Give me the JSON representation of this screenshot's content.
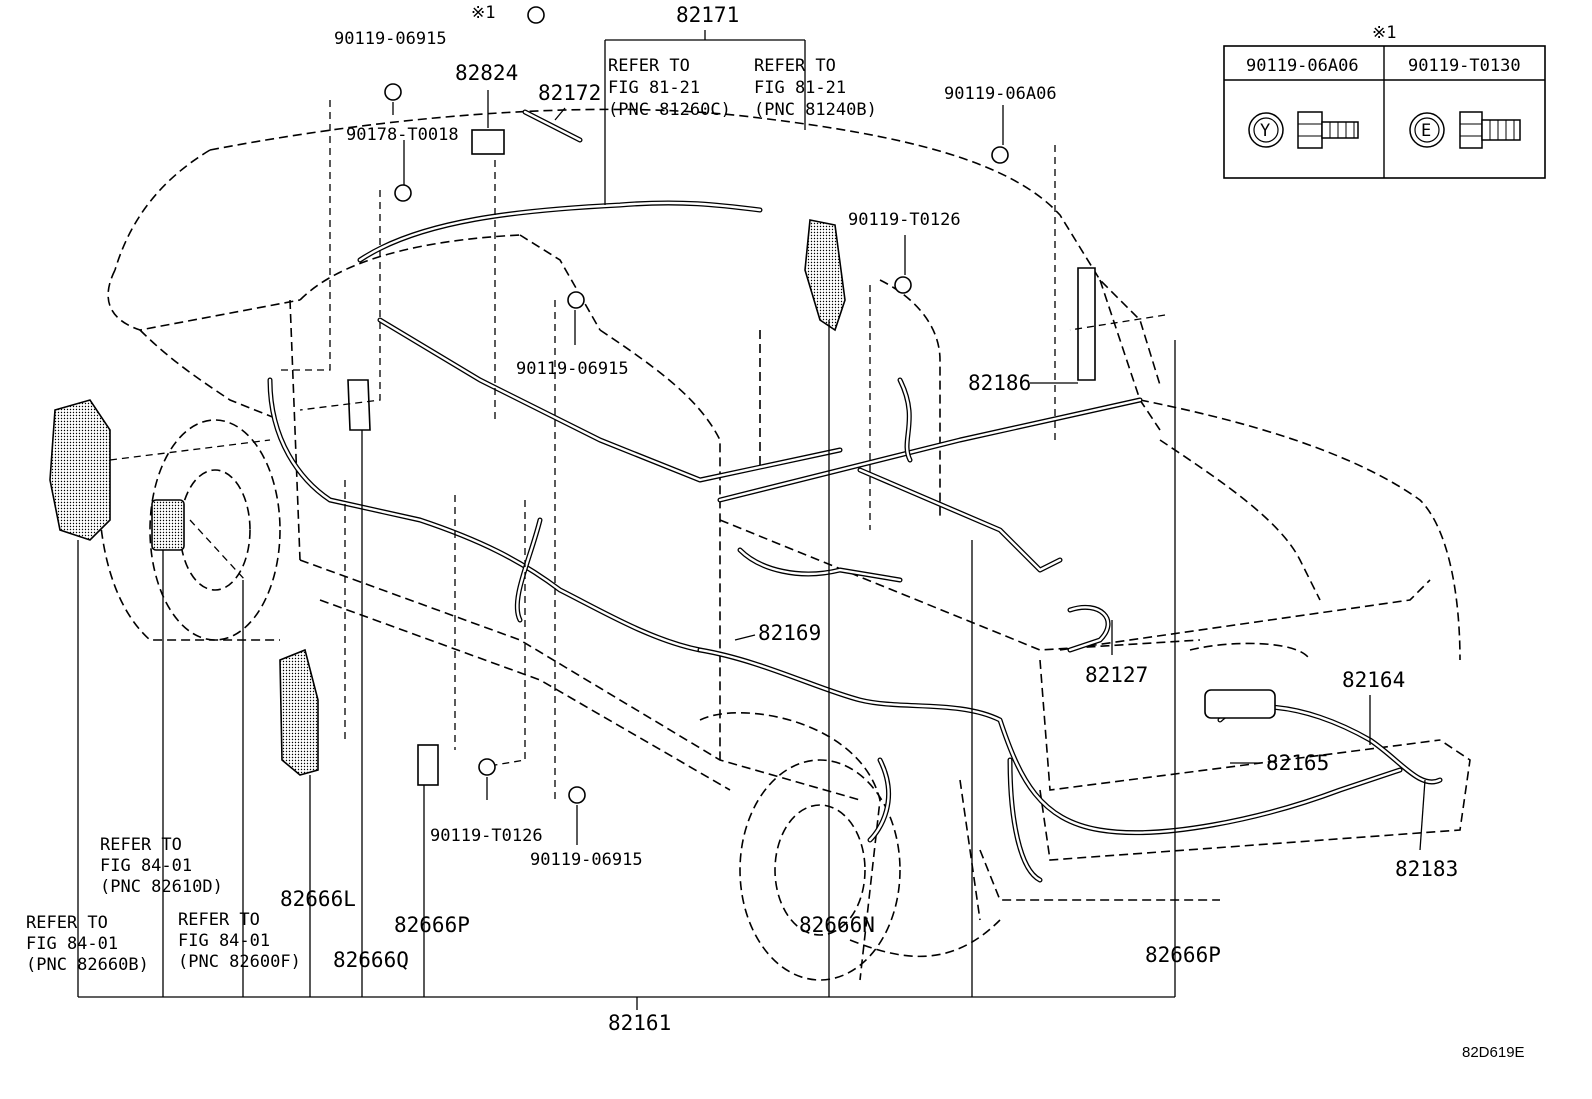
{
  "diagram": {
    "id_code": "82D619E",
    "main_assembly": "82161",
    "labels": {
      "l82171": "82171",
      "l82172": "82172",
      "l82824": "82824",
      "l90119_06915_a": "90119-06915",
      "l90178_t0018": "90178-T0018",
      "note1_mark": "※1",
      "l90119_06915_b": "90119-06915",
      "l90119_06a06": "90119-06A06",
      "l90119_t0126_a": "90119-T0126",
      "l82186": "82186",
      "l82169": "82169",
      "l82127": "82127",
      "l82164": "82164",
      "l82165": "82165",
      "l82183": "82183",
      "l90119_t0126_b": "90119-T0126",
      "l90119_06915_c": "90119-06915",
      "l82666L": "82666L",
      "l82666P_a": "82666P",
      "l82666Q": "82666Q",
      "l82666N": "82666N",
      "l82666P_b": "82666P"
    },
    "refer_notes": {
      "r1": [
        "REFER TO",
        "FIG 81-21",
        "(PNC 81260C)"
      ],
      "r2": [
        "REFER TO",
        "FIG 81-21",
        "(PNC 81240B)"
      ],
      "r3": [
        "REFER TO",
        "FIG 84-01",
        "(PNC 82610D)"
      ],
      "r4": [
        "REFER TO",
        "FIG 84-01",
        "(PNC 82660B)"
      ],
      "r5": [
        "REFER TO",
        "FIG 84-01",
        "(PNC 82600F)"
      ]
    },
    "legend": {
      "mark": "※1",
      "col1_header": "90119-06A06",
      "col2_header": "90119-T0130",
      "col1_bolt_letter": "Y",
      "col2_bolt_letter": "E"
    }
  }
}
